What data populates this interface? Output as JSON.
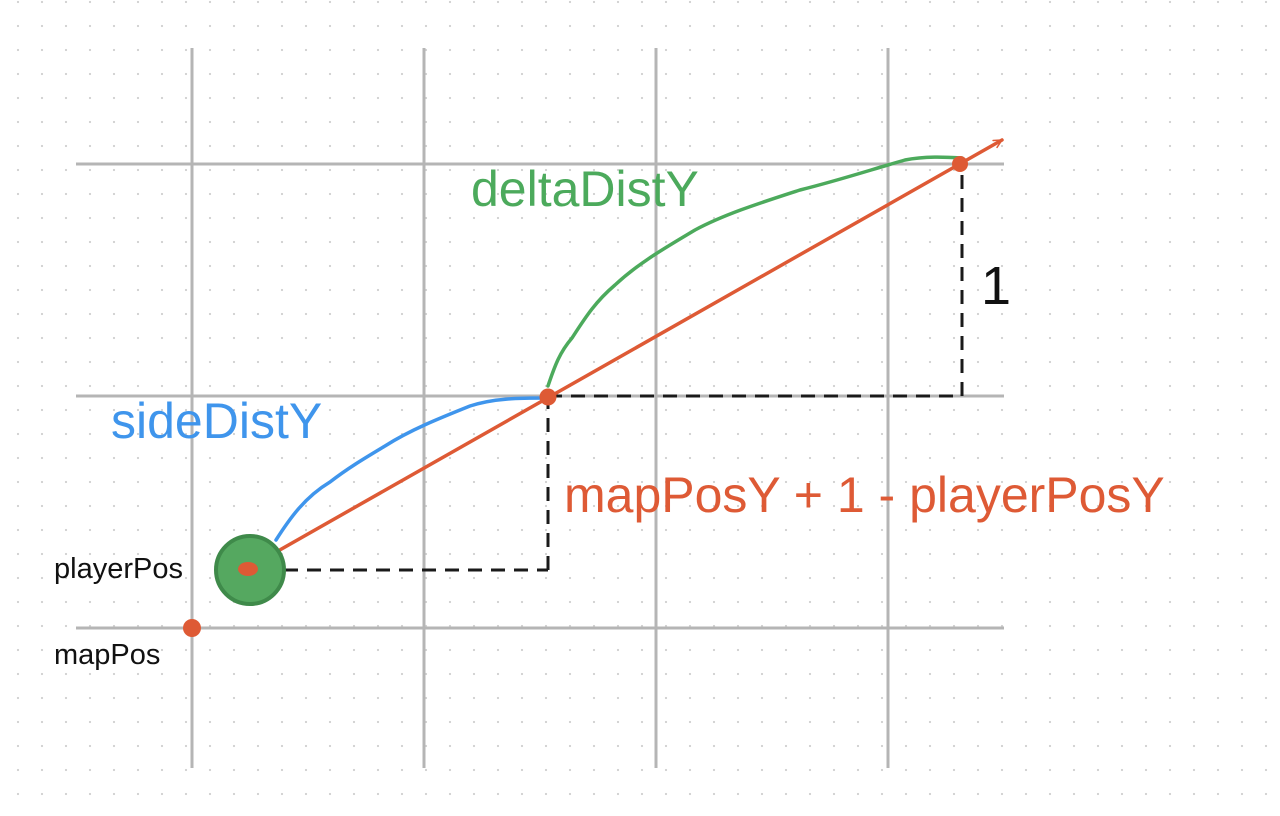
{
  "labels": {
    "delta_dist": "deltaDistY",
    "side_dist": "sideDistY",
    "unit_step": "1",
    "offset_formula": "mapPosY + 1 - playerPosY",
    "player_pos": "playerPos",
    "map_pos": "mapPos"
  },
  "colors": {
    "grid": "#b5b5b5",
    "ray": "#de5a35",
    "delta": "#4caa5c",
    "side": "#3f95ec",
    "player_fill": "#55a860",
    "player_stroke": "#3f8a4a",
    "dashed": "#1a1a1a",
    "text": "#111111"
  }
}
